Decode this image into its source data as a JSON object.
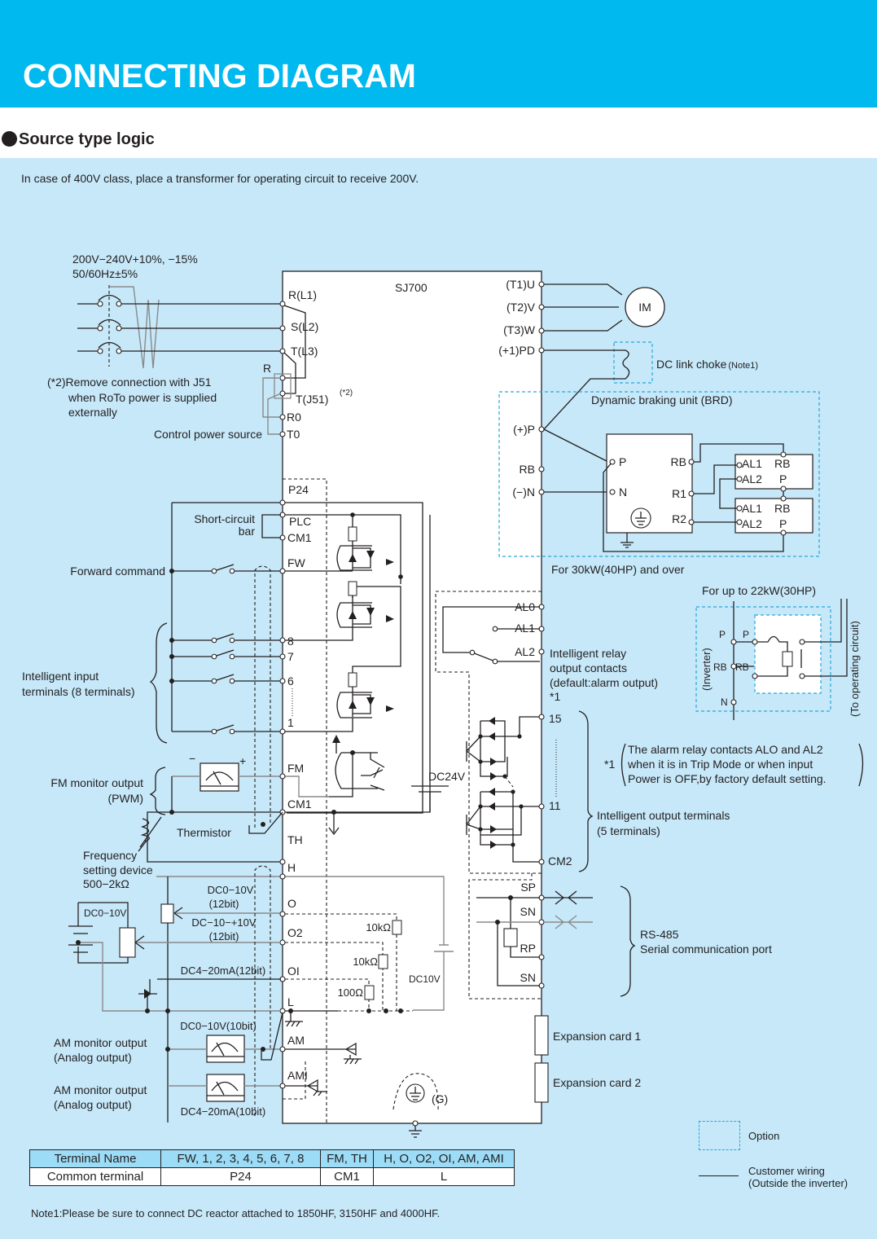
{
  "header": {
    "title": "CONNECTING DIAGRAM"
  },
  "section": {
    "title": "Source type logic",
    "intro": "In case of 400V class, place a transformer for operating circuit to receive 200V."
  },
  "colors": {
    "header_bg": "#00b9ef",
    "page_bg": "#c6e8f9",
    "option_border": "#2aa8d8",
    "table_header_bg": "#9ddcf6"
  },
  "power": {
    "spec_line1": "200V−240V+10%, −15%",
    "spec_line2": "50/60Hz±5%",
    "j51_note_line1": "(*2)Remove connection with J51",
    "j51_note_line2": "when RoTo power is supplied",
    "j51_note_line3": "externally",
    "control_power_source": "Control power source",
    "r_label": "R",
    "note2_marker": "(*2)"
  },
  "inverter": {
    "model": "SJ700",
    "terminals_left": {
      "r": "R(L1)",
      "s": "S(L2)",
      "t": "T(L3)",
      "tj51": "T(J51)",
      "r0": "R0",
      "t0": "T0",
      "p24": "P24",
      "plc": "PLC",
      "cm1a": "CM1",
      "fw": "FW",
      "in8": "8",
      "in7": "7",
      "in6": "6",
      "in1": "1",
      "fm": "FM",
      "cm1b": "CM1",
      "th": "TH",
      "h": "H",
      "o": "O",
      "o2": "O2",
      "oi": "OI",
      "l": "L",
      "am": "AM",
      "ami": "AMI"
    },
    "terminals_right": {
      "u": "(T1)U",
      "v": "(T2)V",
      "w": "(T3)W",
      "pd": "(+1)PD",
      "p": "(+)P",
      "rb": "RB",
      "n": "(−)N",
      "al0": "AL0",
      "al1": "AL1",
      "al2": "AL2",
      "o15": "15",
      "o11": "11",
      "cm2": "CM2",
      "sp": "SP",
      "sn1": "SN",
      "rp": "RP",
      "sn2": "SN",
      "g": "(G)"
    },
    "dc24v": "DC24V",
    "dc10v": "DC10V",
    "r10k_a": "10kΩ",
    "r10k_b": "10kΩ",
    "r100": "100Ω"
  },
  "motor": {
    "label": "IM"
  },
  "dc_choke": {
    "label": "DC link choke",
    "note": "(Note1)"
  },
  "brd": {
    "title": "Dynamic braking unit (BRD)",
    "p": "P",
    "n": "N",
    "rb": "RB",
    "r1": "R1",
    "r2": "R2",
    "res1": {
      "al1": "AL1",
      "al2": "AL2",
      "rb": "RB",
      "p": "P"
    },
    "res2": {
      "al1": "AL1",
      "al2": "AL2",
      "rb": "RB",
      "p": "P"
    },
    "caption": "For 30kW(40HP) and over"
  },
  "small_brake": {
    "caption": "For up to 22kW(30HP)",
    "inverter_label": "(Inverter)",
    "operating_label": "(To operating circuit)",
    "p_left": "P",
    "p_right": "P",
    "rb_left": "RB",
    "rb_right": "RB",
    "n": "N"
  },
  "inputs": {
    "short_circuit_bar_1": "Short-circuit",
    "short_circuit_bar_2": "bar",
    "forward_command": "Forward command",
    "intelligent_line1": "Intelligent input",
    "intelligent_line2": "terminals (8 terminals)"
  },
  "fm_monitor": {
    "line1": "FM monitor output",
    "line2": "(PWM)",
    "minus": "−",
    "plus": "+"
  },
  "thermistor": "Thermistor",
  "freq_device": {
    "line1": "Frequency",
    "line2": "setting device",
    "line3": "500−2kΩ"
  },
  "analog": {
    "dc0_10v_box": "DC0−10V",
    "o_range_1": "DC0−10V",
    "o_range_2": "(12bit)",
    "o2_range_1": "DC−10−+10V",
    "o2_range_2": "(12bit)",
    "oi_range": "DC4−20mA(12bit)",
    "am_range": "DC0−10V(10bit)",
    "ami_range": "DC4−20mA(10bit)"
  },
  "am_monitor": {
    "line1": "AM monitor output",
    "line2": "(Analog output)"
  },
  "ami_monitor": {
    "line1": "AM monitor output",
    "line2": "(Analog output)"
  },
  "relay": {
    "line1": "Intelligent relay",
    "line2": "output contacts",
    "line3": "(default:alarm output)",
    "line4": "*1"
  },
  "alarm_note": {
    "marker": "*1",
    "line1": "The alarm relay contacts ALO and AL2",
    "line2": "when it is in Trip Mode or when input",
    "line3": "Power is OFF,by factory default setting."
  },
  "outputs": {
    "line1": "Intelligent output terminals",
    "line2": "(5 terminals)"
  },
  "rs485": {
    "line1": "RS-485",
    "line2": "Serial communication port"
  },
  "expansion": {
    "card1": "Expansion card 1",
    "card2": "Expansion card 2"
  },
  "legend": {
    "option": "Option",
    "wiring_line1": "Customer wiring",
    "wiring_line2": "(Outside the inverter)"
  },
  "terminal_table": {
    "header": [
      "Terminal Name",
      "FW, 1, 2, 3, 4, 5, 6, 7, 8",
      "FM, TH",
      "H, O, O2, OI, AM, AMI"
    ],
    "row": [
      "Common terminal",
      "P24",
      "CM1",
      "L"
    ]
  },
  "footnote": "Note1:Please be sure to connect DC reactor attached to 1850HF, 3150HF and 4000HF."
}
